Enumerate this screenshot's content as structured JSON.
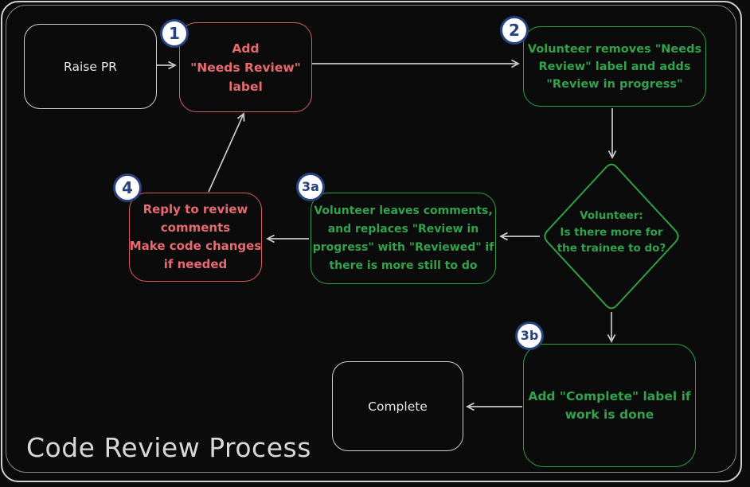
{
  "title": "Code Review Process",
  "colors": {
    "background": "#0b0b0b",
    "neutral_stroke": "#d0d0d0",
    "arrow_gray": "#c9c9c9",
    "title_gray": "#d8d8d8",
    "red_border": "#d95b62",
    "red_text": "#e86a70",
    "green_border": "#2f9e44",
    "green_text": "#33a24c",
    "badge_blue": "#27427e",
    "badge_fill": "#fdfdfd"
  },
  "nodes": {
    "raise_pr": {
      "label": "Raise PR"
    },
    "add_needs_review": {
      "badge": "1",
      "lines": [
        "Add",
        "\"Needs Review\"",
        "label"
      ]
    },
    "volunteer_removes": {
      "badge": "2",
      "lines": [
        "Volunteer removes \"Needs",
        "Review\" label and adds",
        "\"Review in progress\""
      ]
    },
    "decision": {
      "lines": [
        "Volunteer:",
        "Is there more for",
        "the trainee to do?"
      ]
    },
    "volunteer_leaves": {
      "badge": "3a",
      "lines": [
        "Volunteer leaves comments,",
        "and replaces \"Review in",
        "progress\" with \"Reviewed\" if",
        "there is more still to do"
      ]
    },
    "reply_comments": {
      "badge": "4",
      "lines": [
        "Reply to review",
        "comments",
        "Make code changes",
        "if needed"
      ]
    },
    "add_complete": {
      "badge": "3b",
      "lines": [
        "Add \"Complete\" label if",
        "work is done"
      ]
    },
    "complete": {
      "label": "Complete"
    }
  }
}
